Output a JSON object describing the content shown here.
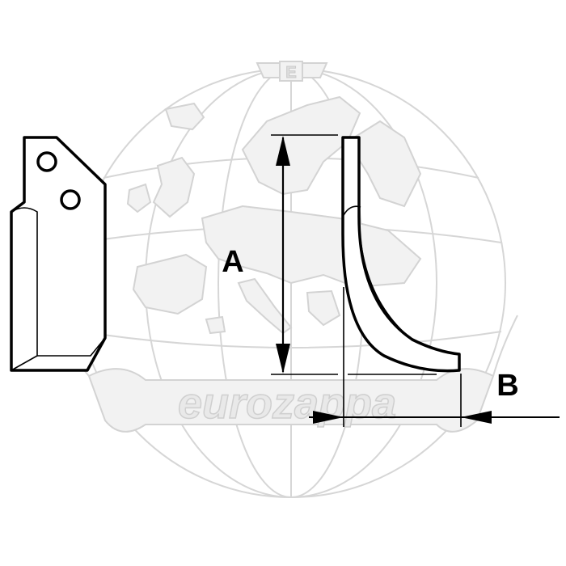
{
  "watermark": {
    "brand_text": "eurozappa",
    "emblem_letter": "E"
  },
  "dimensions": {
    "height_label": "A",
    "width_label": "B"
  },
  "colors": {
    "outline": "#000000",
    "watermark": "#d6d6d6",
    "background": "#ffffff"
  }
}
